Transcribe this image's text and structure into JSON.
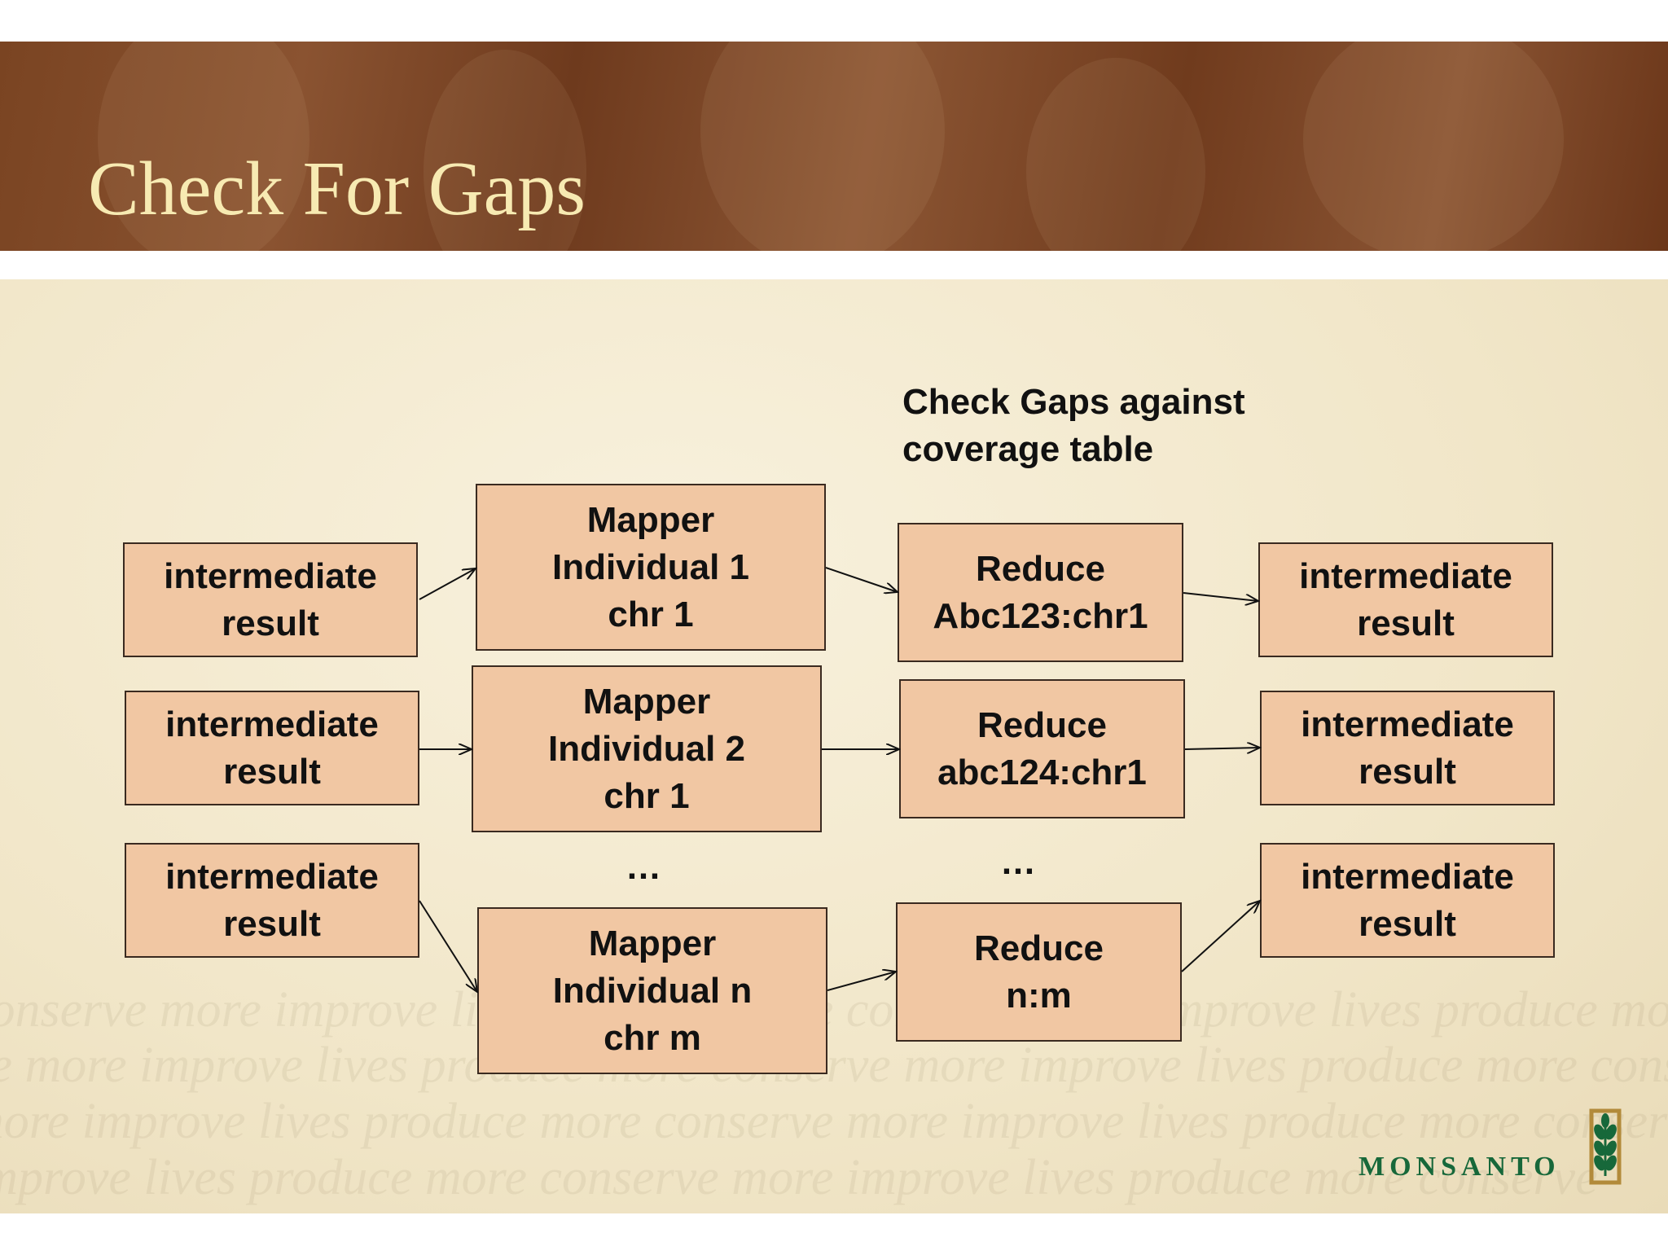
{
  "slide": {
    "title": "Check For Gaps"
  },
  "note": {
    "text": "Check Gaps against\ncoverage table"
  },
  "inputs": [
    "intermediate\nresult",
    "intermediate\nresult",
    "intermediate\nresult"
  ],
  "mappers": [
    "Mapper\nIndividual 1\nchr 1",
    "Mapper\nIndividual 2\nchr 1",
    "Mapper\nIndividual n\nchr m"
  ],
  "reducers": [
    "Reduce\nAbc123:chr1",
    "Reduce\nabc124:chr1",
    "Reduce\nn:m"
  ],
  "outputs": [
    "intermediate\nresult",
    "intermediate\nresult",
    "intermediate\nresult"
  ],
  "ellipsis": {
    "mapper": "…",
    "reducer": "…"
  },
  "watermark": {
    "lines": [
      "conserve more improve lives produce more conserve more improve lives produce more",
      "ve more improve lives produce more conserve more improve lives produce more conserve",
      "more improve lives produce more conserve more improve lives produce more conserve",
      "improve lives produce more conserve more improve lives produce more conserve"
    ]
  },
  "logo": {
    "text": "MONSANTO"
  },
  "colors": {
    "header": "#7a4422",
    "title": "#f7eab2",
    "box_fill": "#f1c7a3",
    "logo_green": "#17683a"
  }
}
